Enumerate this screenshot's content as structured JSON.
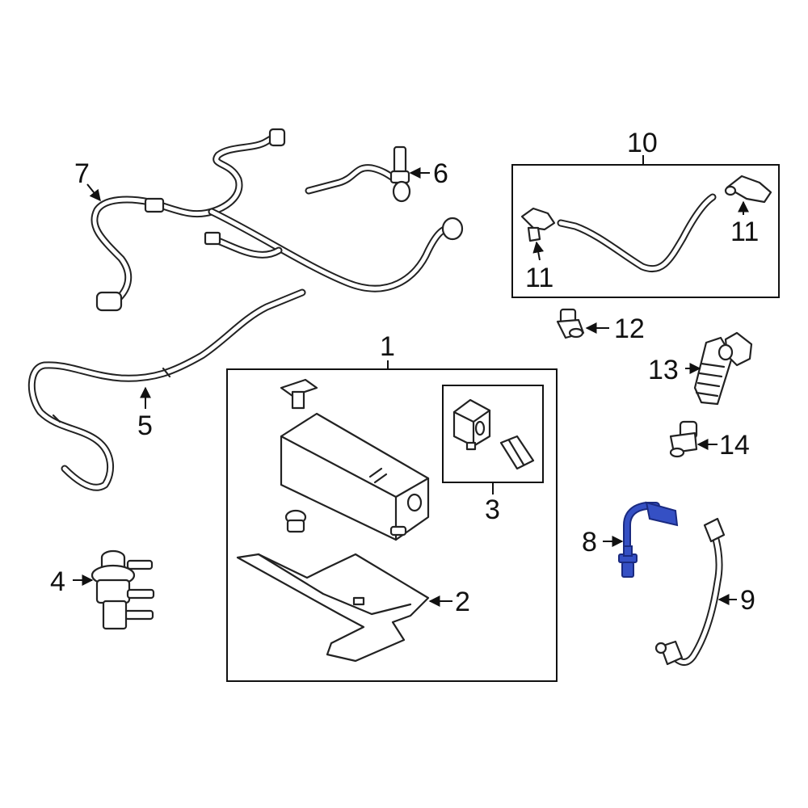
{
  "callouts": {
    "c1": "1",
    "c2": "2",
    "c3": "3",
    "c4": "4",
    "c5": "5",
    "c6": "6",
    "c7": "7",
    "c8": "8",
    "c9": "9",
    "c10": "10",
    "c11a": "11",
    "c11b": "11",
    "c12": "12",
    "c13": "13",
    "c14": "14"
  },
  "colors": {
    "line": "#222222",
    "highlight": "#3550c4",
    "highlight_edge": "#1a2a80",
    "background": "#ffffff"
  }
}
